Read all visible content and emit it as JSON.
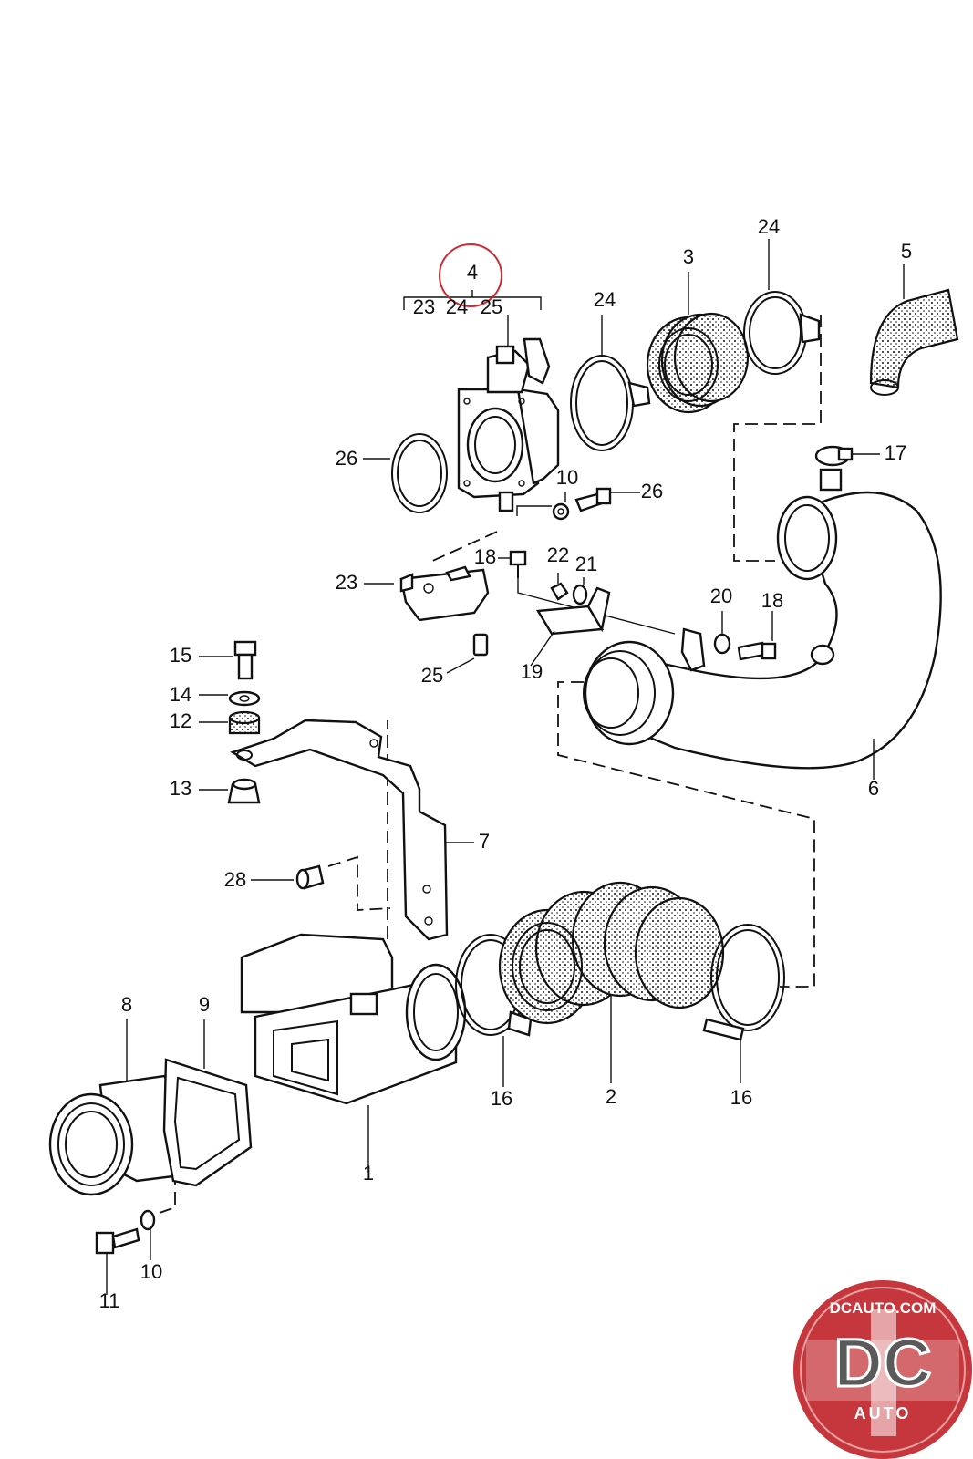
{
  "diagram": {
    "callouts": [
      {
        "id": "c4",
        "text": "4"
      },
      {
        "id": "c23a",
        "text": "23"
      },
      {
        "id": "c24a",
        "text": "24"
      },
      {
        "id": "c25a",
        "text": "25"
      },
      {
        "id": "c24b",
        "text": "24"
      },
      {
        "id": "c3",
        "text": "3"
      },
      {
        "id": "c24c",
        "text": "24"
      },
      {
        "id": "c5",
        "text": "5"
      },
      {
        "id": "c26a",
        "text": "26"
      },
      {
        "id": "c10a",
        "text": "10"
      },
      {
        "id": "c26b",
        "text": "26"
      },
      {
        "id": "c17",
        "text": "17"
      },
      {
        "id": "c18a",
        "text": "18"
      },
      {
        "id": "c22",
        "text": "22"
      },
      {
        "id": "c21",
        "text": "21"
      },
      {
        "id": "c23b",
        "text": "23"
      },
      {
        "id": "c20",
        "text": "20"
      },
      {
        "id": "c18b",
        "text": "18"
      },
      {
        "id": "c19",
        "text": "19"
      },
      {
        "id": "c25b",
        "text": "25"
      },
      {
        "id": "c15",
        "text": "15"
      },
      {
        "id": "c14",
        "text": "14"
      },
      {
        "id": "c12",
        "text": "12"
      },
      {
        "id": "c13",
        "text": "13"
      },
      {
        "id": "c6",
        "text": "6"
      },
      {
        "id": "c7",
        "text": "7"
      },
      {
        "id": "c28",
        "text": "28"
      },
      {
        "id": "c8",
        "text": "8"
      },
      {
        "id": "c9",
        "text": "9"
      },
      {
        "id": "c16a",
        "text": "16"
      },
      {
        "id": "c2",
        "text": "2"
      },
      {
        "id": "c16b",
        "text": "16"
      },
      {
        "id": "c1",
        "text": "1"
      },
      {
        "id": "c10b",
        "text": "10"
      },
      {
        "id": "c11",
        "text": "11"
      }
    ],
    "highlight_color": "#d0282e",
    "line_color": "#111111"
  },
  "watermark": {
    "top_text": "DCAUTO.COM",
    "letters": "DC",
    "bottom_text": "AUTO",
    "color": "#c0262c"
  }
}
